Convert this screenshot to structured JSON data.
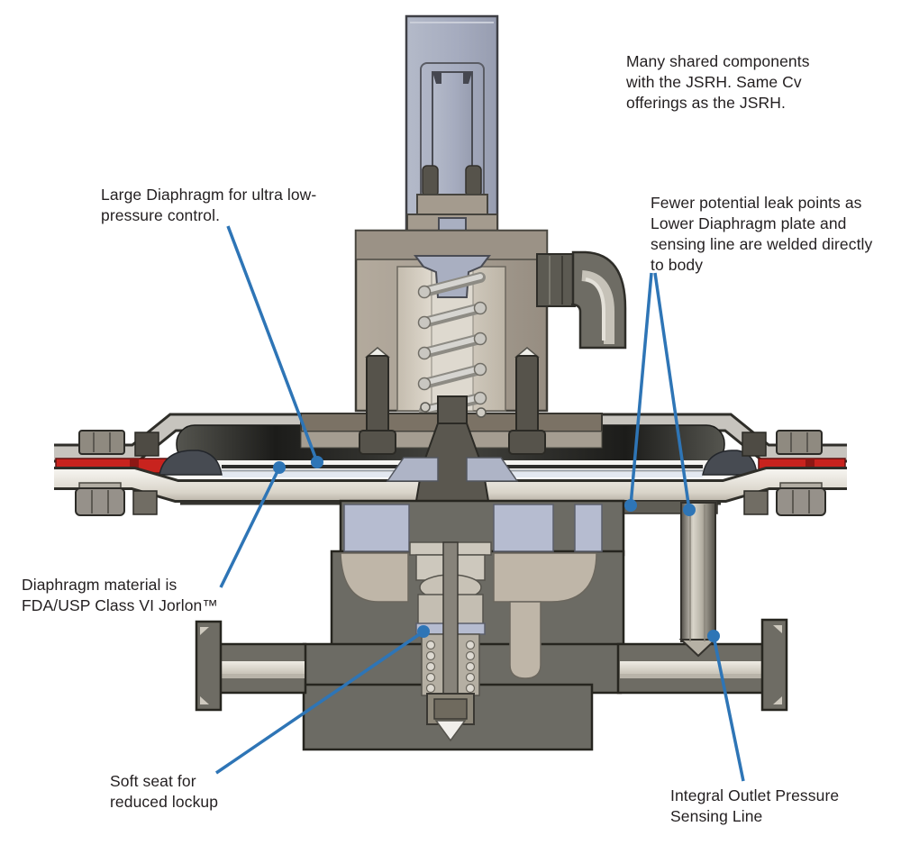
{
  "figure": {
    "type": "technical-cutaway-diagram",
    "subject": "Sanitary pressure regulating valve cross-section with feature callouts",
    "background": "#ffffff"
  },
  "colors": {
    "leader_blue": "#2e75b6",
    "text": "#231f20",
    "gasket_red": "#c8231e",
    "body_gray": "#6c6b64",
    "cap_blue_gray": "#a9afc1",
    "seat_lavender": "#b6bcd0",
    "bonnet_tan": "#a89f93"
  },
  "annotations": {
    "shared_components": {
      "text": "Many shared components\nwith the JSRH. Same Cv\nofferings as the JSRH."
    },
    "large_diaphragm": {
      "text": "Large Diaphragm for ultra low-\npressure control."
    },
    "leak_points": {
      "text": "Fewer potential leak points as\nLower Diaphragm plate and\nsensing line are welded directly\nto body"
    },
    "diaphragm_material": {
      "text": "Diaphragm material is\nFDA/USP Class VI Jorlon™"
    },
    "soft_seat": {
      "text": "Soft seat for\nreduced lockup"
    },
    "sensing_line": {
      "text": "Integral Outlet Pressure\nSensing Line"
    }
  }
}
